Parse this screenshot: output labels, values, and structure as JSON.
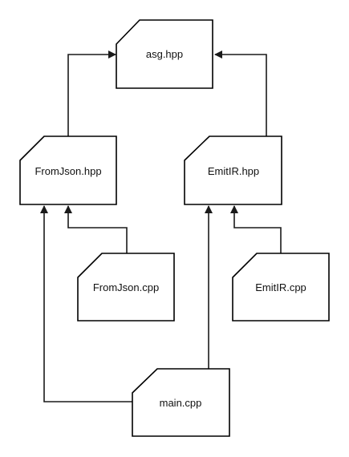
{
  "diagram": {
    "nodes": [
      {
        "id": "asg_hpp",
        "label": "asg.hpp"
      },
      {
        "id": "fromjson_hpp",
        "label": "FromJson.hpp"
      },
      {
        "id": "emitir_hpp",
        "label": "EmitIR.hpp"
      },
      {
        "id": "fromjson_cpp",
        "label": "FromJson.cpp"
      },
      {
        "id": "emitir_cpp",
        "label": "EmitIR.cpp"
      },
      {
        "id": "main_cpp",
        "label": "main.cpp"
      }
    ],
    "edges": [
      {
        "from": "fromjson_hpp",
        "to": "asg_hpp"
      },
      {
        "from": "emitir_hpp",
        "to": "asg_hpp"
      },
      {
        "from": "fromjson_cpp",
        "to": "fromjson_hpp"
      },
      {
        "from": "emitir_cpp",
        "to": "emitir_hpp"
      },
      {
        "from": "main_cpp",
        "to": "fromjson_hpp"
      },
      {
        "from": "main_cpp",
        "to": "emitir_hpp"
      }
    ],
    "colors": {
      "stroke": "#000000",
      "arrow": "#1a1a1a",
      "background": "#ffffff",
      "text": "#111111"
    }
  }
}
